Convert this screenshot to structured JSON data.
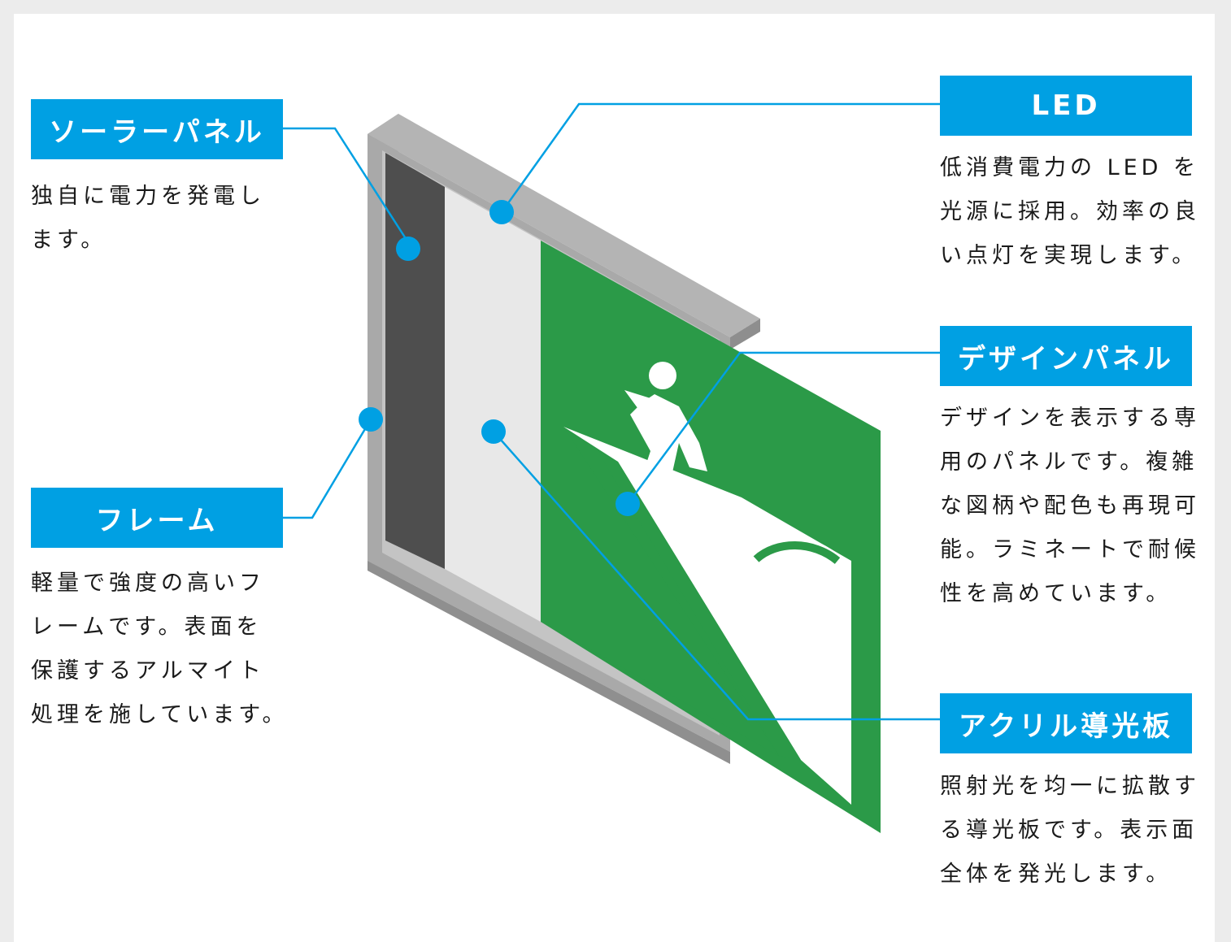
{
  "colors": {
    "accent": "#00a0e3",
    "sign_green": "#2b9a48",
    "frame_gray": "#a9a9a9",
    "solar_panel": "#4e4e4e",
    "background": "#ececec"
  },
  "callouts": [
    {
      "id": "solar_panel",
      "title": "ソーラーパネル",
      "description": "独自に電力を発電し\nます。"
    },
    {
      "id": "frame",
      "title": "フレーム",
      "description": "軽量で強度の高いフ\nレームです。表面を\n保護するアルマイト\n処理を施しています。"
    },
    {
      "id": "led",
      "title": "LED",
      "description": "低消費電力の LED を\n光源に採用。効率の良\nい点灯を実現します。"
    },
    {
      "id": "design_panel",
      "title": "デザインパネル",
      "description": "デザインを表示する専\n用のパネルです。複雑\nな図柄や配色も再現可\n能。ラミネートで耐候\n性を高めています。"
    },
    {
      "id": "acrylic_light_guide",
      "title": "アクリル導光板",
      "description": "照射光を均一に拡散す\nる導光板です。表示面\n全体を発光します。"
    }
  ]
}
